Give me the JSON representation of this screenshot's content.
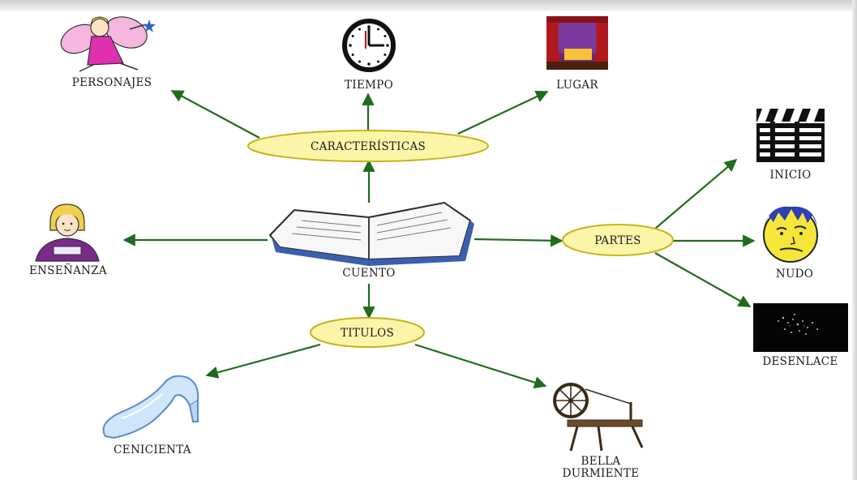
{
  "colors": {
    "arrow": "#1f6b1c",
    "oval_fill": "#fbf5a8",
    "oval_stroke": "#c9b21a",
    "text": "#1a1a1a"
  },
  "center": {
    "label": "CUENTO",
    "icon": "open-book-icon"
  },
  "hubs": {
    "caracteristicas": {
      "label": "CARACTERÍSTICAS"
    },
    "partes": {
      "label": "PARTES"
    },
    "titulos": {
      "label": "TITULOS"
    }
  },
  "leaves": {
    "personajes": {
      "label": "PERSONAJES",
      "icon": "fairy-icon"
    },
    "tiempo": {
      "label": "TIEMPO",
      "icon": "clock-icon"
    },
    "lugar": {
      "label": "LUGAR",
      "icon": "theater-stage-icon"
    },
    "ensenanza": {
      "label": "ENSEÑANZA",
      "icon": "teacher-icon"
    },
    "inicio": {
      "label": "INICIO",
      "icon": "clapperboard-icon"
    },
    "nudo": {
      "label": "NUDO",
      "icon": "worried-face-icon"
    },
    "desenlace": {
      "label": "DESENLACE",
      "icon": "sparkle-dark-icon"
    },
    "cenicienta": {
      "label": "CENICIENTA",
      "icon": "glass-slipper-icon"
    },
    "bella_line1": {
      "label": "BELLA"
    },
    "bella_line2": {
      "label": "DURMIENTE",
      "icon": "spinning-wheel-icon"
    }
  }
}
